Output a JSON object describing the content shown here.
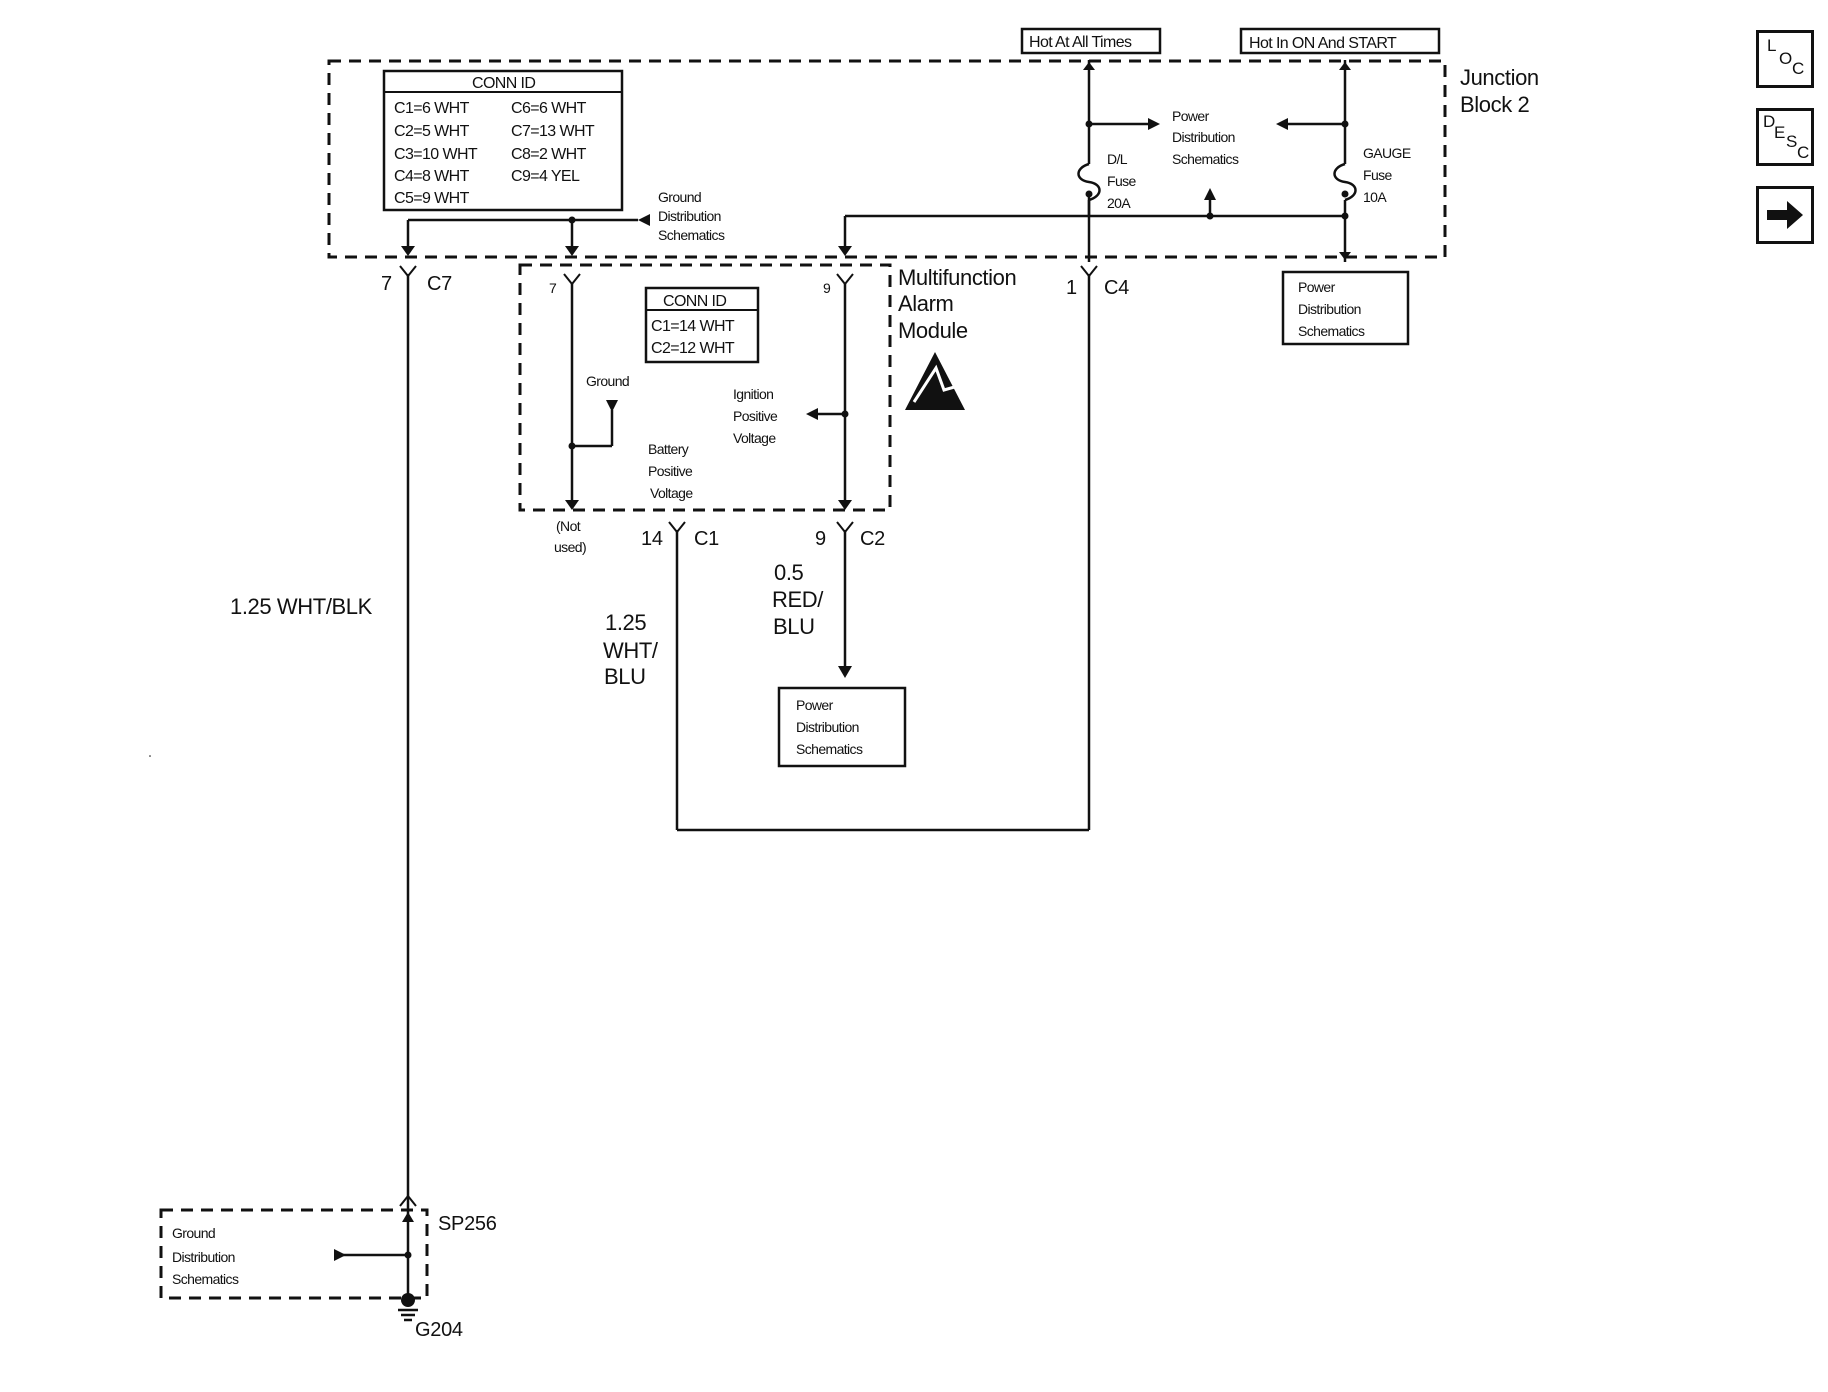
{
  "labels": {
    "hot_all_times": "Hot At All Times",
    "hot_on_start": "Hot In ON And START",
    "junction_block_line1": "Junction",
    "junction_block_line2": "Block 2",
    "conn_id_title": "CONN ID",
    "jb_conn_left": [
      "C1=6 WHT",
      "C2=5 WHT",
      "C3=10 WHT",
      "C4=8 WHT",
      "C5=9 WHT"
    ],
    "jb_conn_right": [
      "C6=6 WHT",
      "C7=13 WHT",
      "C8=2 WHT",
      "C9=4 YEL"
    ],
    "gd_top": [
      "Ground",
      "Distribution",
      "Schematics"
    ],
    "pd_jb": [
      "Power",
      "Distribution",
      "Schematics"
    ],
    "dl_fuse": [
      "D/L",
      "Fuse",
      "20A"
    ],
    "gauge_fuse": [
      "GAUGE",
      "Fuse",
      "10A"
    ],
    "pd_box_right": [
      "Power",
      "Distribution",
      "Schematics"
    ],
    "pin_c7_num": "7",
    "pin_c7_conn": "C7",
    "pin_c4_num": "1",
    "pin_c4_conn": "C4",
    "mod_pin7": "7",
    "mod_pin9": "9",
    "module_name": [
      "Multifunction",
      "Alarm",
      "Module"
    ],
    "mod_conn_id_title": "CONN ID",
    "mod_conn": [
      "C1=14 WHT",
      "C2=12 WHT"
    ],
    "ground": "Ground",
    "ignition": [
      "Ignition",
      "Positive",
      "Voltage"
    ],
    "battery": [
      "Battery",
      "Positive",
      "Voltage"
    ],
    "not_used": [
      "(Not",
      "used)"
    ],
    "pin_c1_num": "14",
    "pin_c1_conn": "C1",
    "pin_c2_num": "9",
    "pin_c2_conn": "C2",
    "wire_c7": "1.25 WHT/BLK",
    "wire_c1": [
      "1.25",
      "WHT/",
      "BLU"
    ],
    "wire_c2": [
      "0.5",
      "RED/",
      "BLU"
    ],
    "pd_box_bottom": [
      "Power",
      "Distribution",
      "Schematics"
    ],
    "splice": "SP256",
    "gd_bottom": [
      "Ground",
      "Distribution",
      "Schematics"
    ],
    "ground_point": "G204"
  },
  "nav": {
    "loc": {
      "l1": "L",
      "l2": "O",
      "l3": "C"
    },
    "desc": {
      "l1": "D",
      "l2": "E",
      "l3": "S",
      "l4": "C"
    },
    "next_icon": "arrow-right-icon"
  }
}
